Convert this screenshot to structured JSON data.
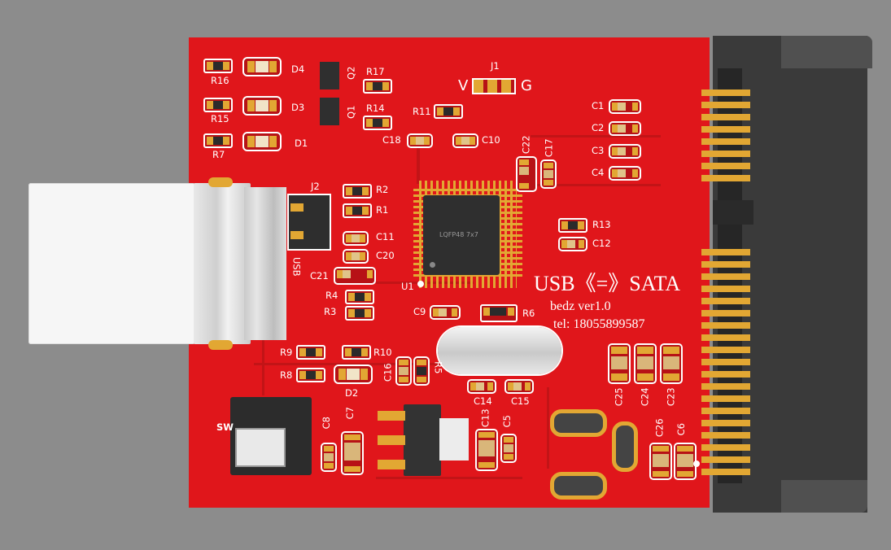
{
  "board": {
    "title_line1": "USB《=》SATA",
    "title_line2": "bedz  ver1.0",
    "title_line3": "tel: 18055899587",
    "chip_marking": "LQFP48 7x7",
    "jumper_v": "V",
    "jumper_g": "G",
    "usb_label": "USB"
  },
  "designators": {
    "R16": "R16",
    "R15": "R15",
    "R7": "R7",
    "D4": "D4",
    "D3": "D3",
    "D1": "D1",
    "D2": "D2",
    "Q2": "Q2",
    "Q1": "Q1",
    "R17": "R17",
    "R14": "R14",
    "R11": "R11",
    "J1": "J1",
    "J2": "J2",
    "C18": "C18",
    "C10": "C10",
    "C22": "C22",
    "C17": "C17",
    "C1": "C1",
    "C2": "C2",
    "C3": "C3",
    "C4": "C4",
    "R2": "R2",
    "R1": "R1",
    "C11": "C11",
    "C20": "C20",
    "C21": "C21",
    "R4": "R4",
    "R3": "R3",
    "U1": "U1",
    "C9": "C9",
    "R6": "R6",
    "R13": "R13",
    "C12": "C12",
    "R9": "R9",
    "R10": "R10",
    "R8": "R8",
    "C16": "C16",
    "R5": "R5",
    "C14": "C14",
    "C15": "C15",
    "C25": "C25",
    "C24": "C24",
    "C23": "C23",
    "C26": "C26",
    "C6": "C6",
    "SW": "SW",
    "C8": "C8",
    "C7": "C7",
    "C13": "C13",
    "C5": "C5"
  },
  "colors": {
    "background": "#8c8c8c",
    "pcb": "#e0161b",
    "silkscreen": "#ffffff",
    "pad": "#e2a733",
    "connector": "#3a3a3a"
  },
  "icons": {
    "usb_connector": "usb-b-connector-icon",
    "sata_connector": "sata-connector-icon",
    "crystal": "crystal-oscillator-icon",
    "switch": "push-switch-icon"
  }
}
